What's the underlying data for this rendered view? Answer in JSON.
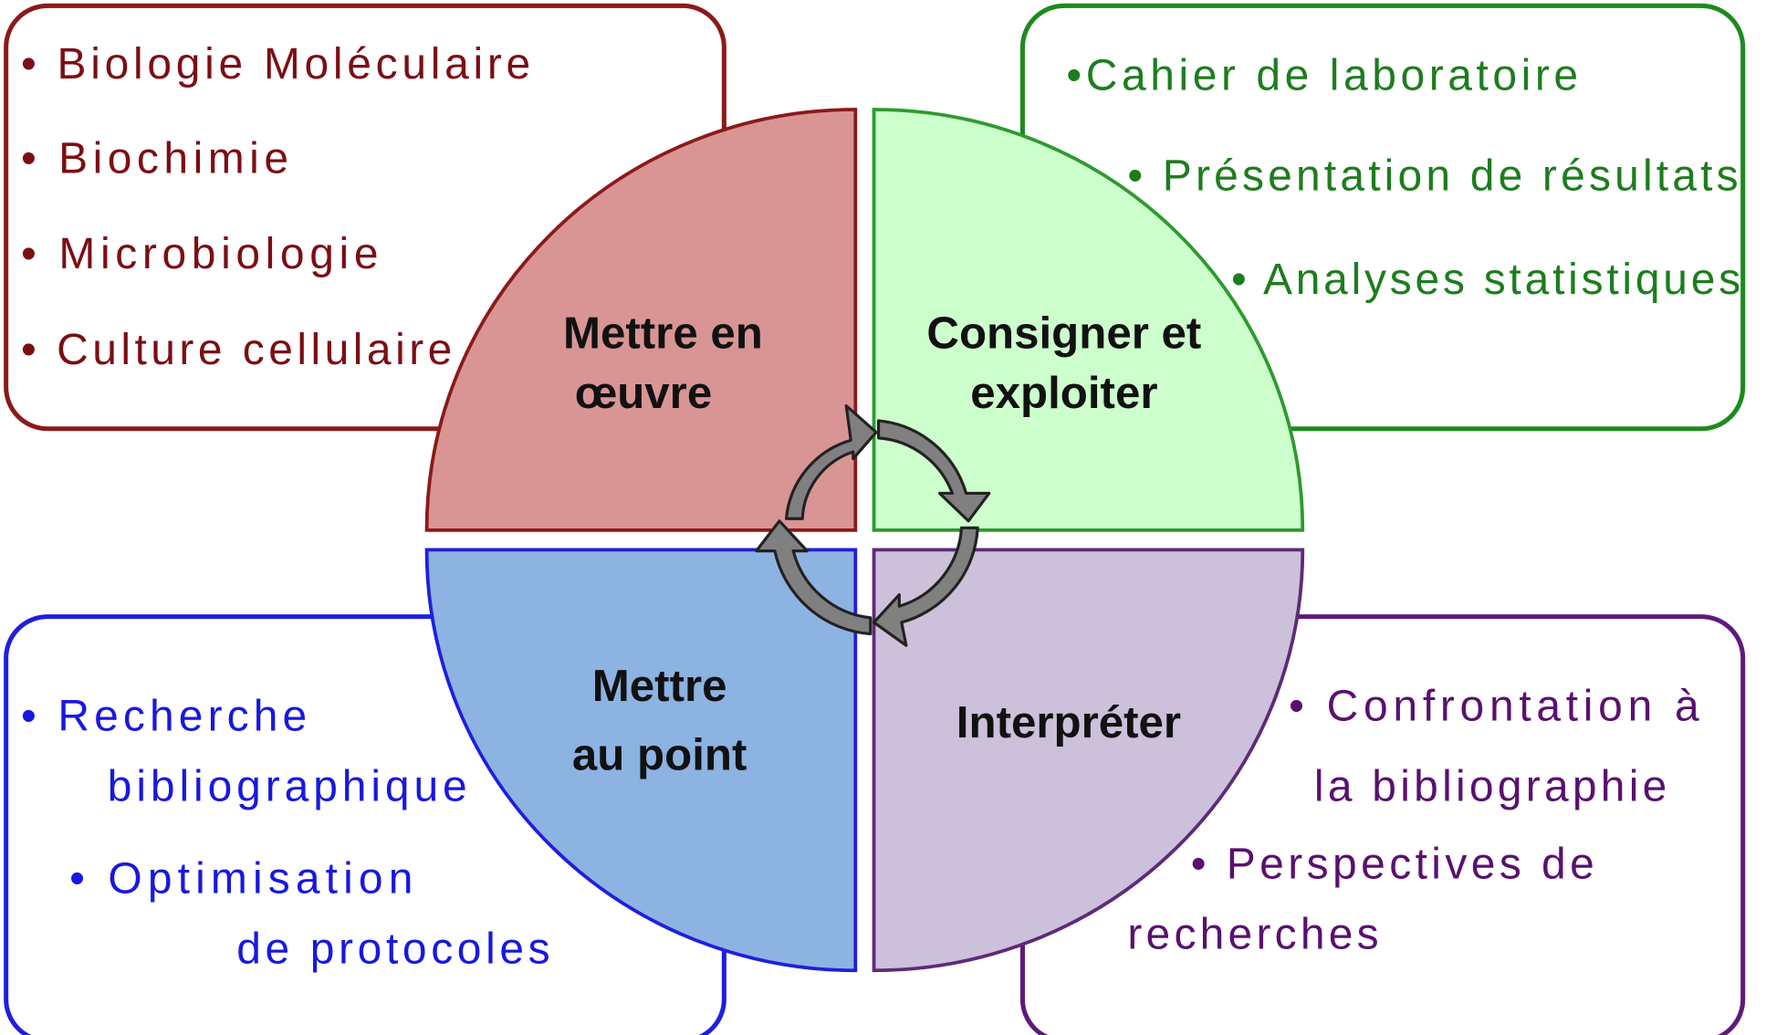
{
  "colors": {
    "red_fill": "#d99594",
    "red_stroke": "#8b1a1a",
    "green_fill": "#ccffcc",
    "green_stroke": "#2e9a2e",
    "blue_fill": "#8db3e2",
    "blue_stroke": "#1f1fdd",
    "purple_fill": "#ccc0da",
    "purple_stroke": "#5f2a7a",
    "arrow_fill": "#808080"
  },
  "quadrants": {
    "top_left": {
      "line1": "Mettre en",
      "line2": "œuvre"
    },
    "top_right": {
      "line1": "Consigner et",
      "line2": "exploiter"
    },
    "bottom_left": {
      "line1": "Mettre",
      "line2": "au point"
    },
    "bottom_right": {
      "line1": "Interpréter"
    }
  },
  "boxes": {
    "top_left": [
      "• Biologie Moléculaire",
      "• Biochimie",
      "• Microbiologie",
      "• Culture cellulaire"
    ],
    "top_right": [
      "•Cahier de laboratoire",
      "• Présentation de résultats",
      "• Analyses statistiques"
    ],
    "bottom_left": [
      "• Recherche",
      "bibliographique",
      "• Optimisation",
      "de protocoles"
    ],
    "bottom_right": [
      "• Confrontation à",
      "la bibliographie",
      "• Perspectives de",
      "recherches"
    ]
  },
  "center_icon": "cycle-arrows-icon"
}
